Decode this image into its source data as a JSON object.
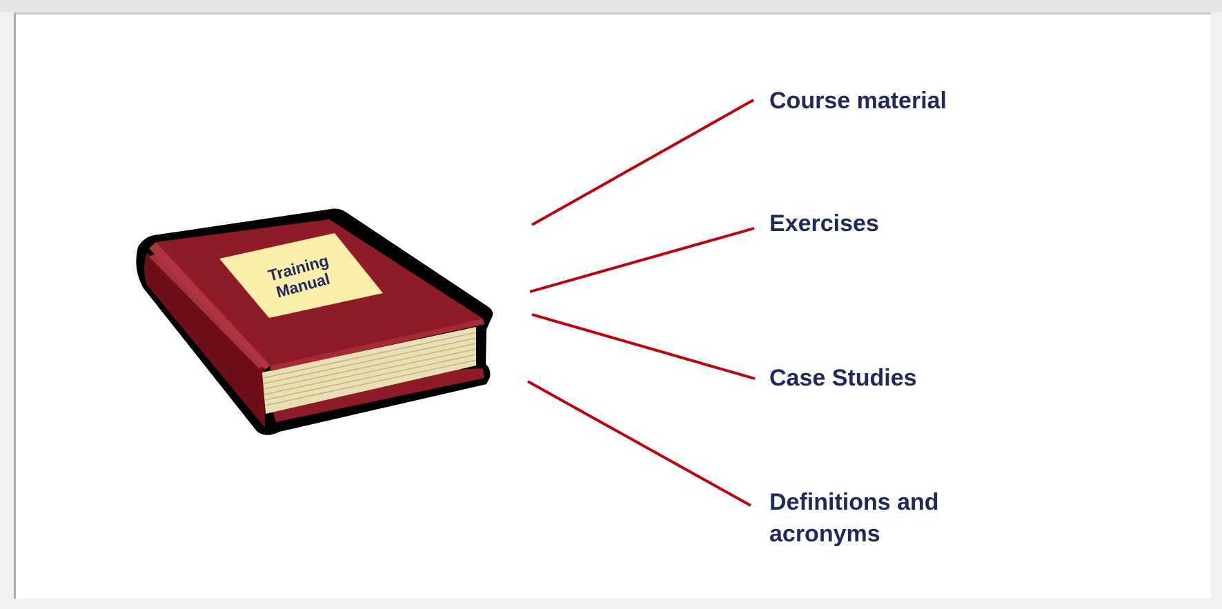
{
  "book": {
    "cover_label_line1": "Training",
    "cover_label_line2": "Manual",
    "cover_color": "#8e1b27",
    "sticker_color": "#fbeeaa"
  },
  "connector_color": "#c0000b",
  "items": [
    {
      "label": "Course material"
    },
    {
      "label": "Exercises"
    },
    {
      "label": "Case Studies"
    },
    {
      "label_line1": "Definitions and",
      "label_line2": "acronyms"
    }
  ]
}
